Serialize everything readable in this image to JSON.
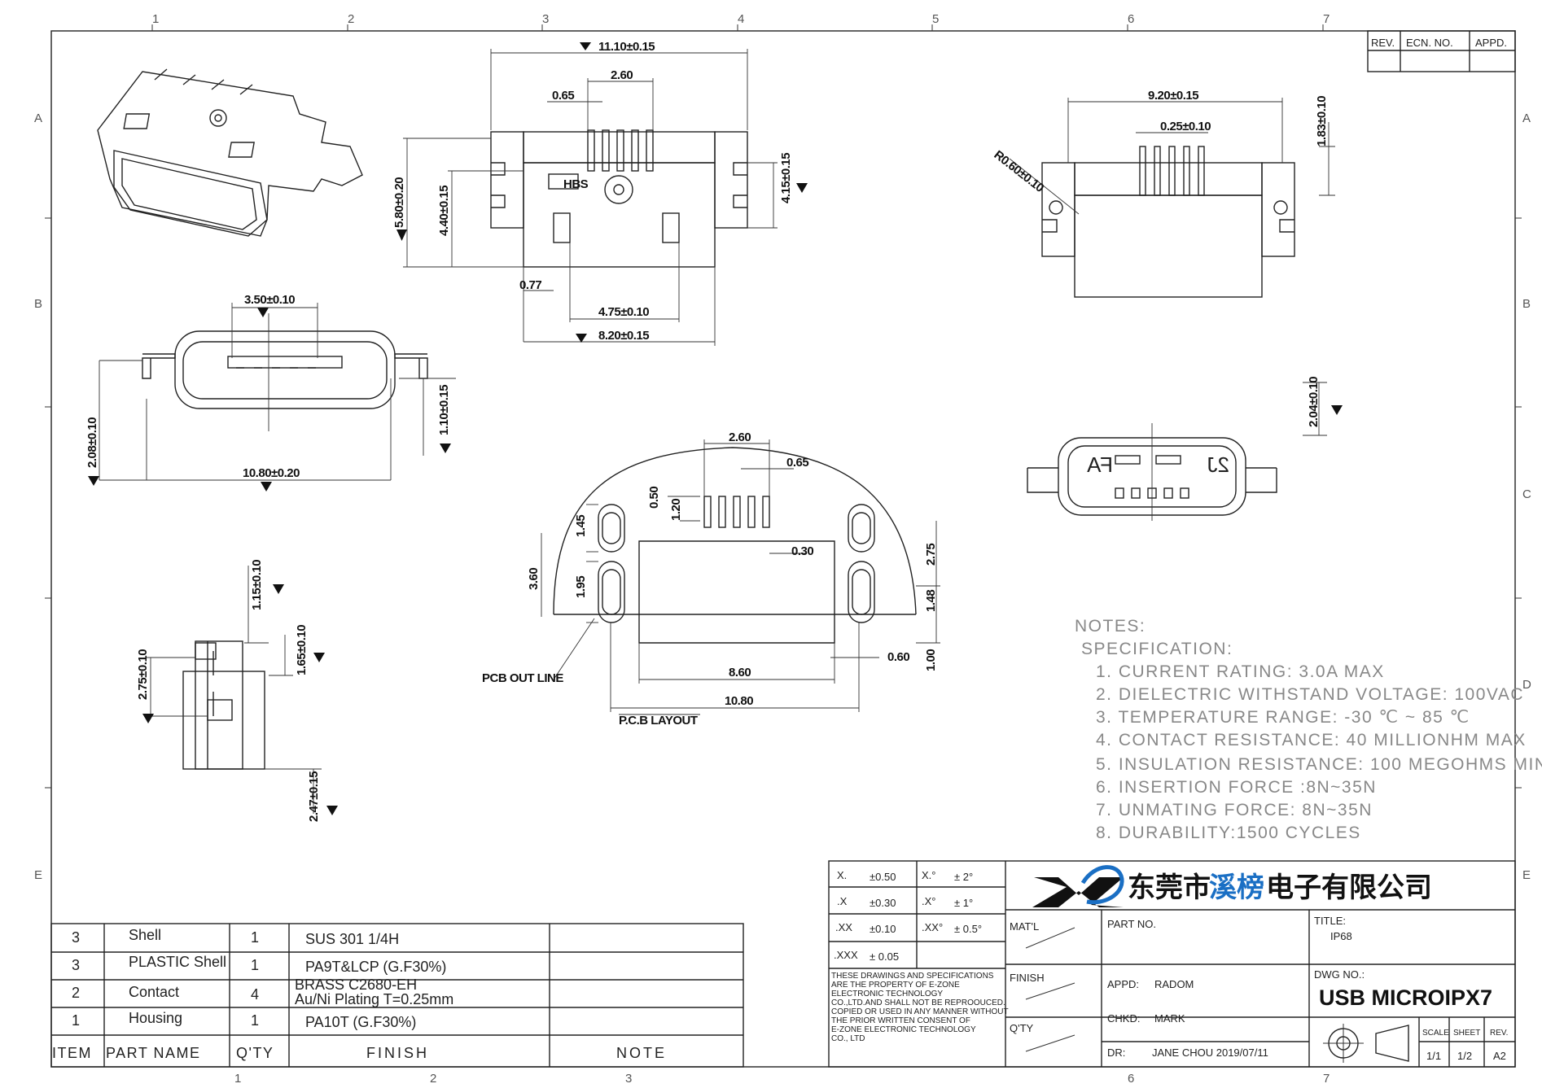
{
  "grid": {
    "columns": [
      "1",
      "2",
      "3",
      "4",
      "5",
      "6",
      "7"
    ],
    "rows": [
      "A",
      "B",
      "C",
      "D",
      "E"
    ]
  },
  "revision_table": {
    "rev": "REV.",
    "ecn": "ECN. NO.",
    "appd": "APPD."
  },
  "dimensions": {
    "top_width": "11.10±0.15",
    "pin_span": "2.60",
    "pin_pitch": "0.65",
    "height_total": "5.80±0.20",
    "height_inner": "4.40±0.15",
    "height_right": "4.15±0.15",
    "foot_width": "0.77",
    "slot_span": "4.75±0.10",
    "body_width": "8.20±0.15",
    "marking": "HBS",
    "side_width": "9.20±0.15",
    "side_pin": "0.25±0.10",
    "side_height": "1.83±0.10",
    "side_radius": "R0.60±0.10",
    "front_opening": "3.50±0.10",
    "front_height": "2.08±0.10",
    "front_inner": "1.10±0.15",
    "front_width": "10.80±0.20",
    "rear_height": "2.04±0.10",
    "rear_left_mark": "FA",
    "rear_right_mark": "2J",
    "profile_top": "1.15±0.10",
    "profile_mid": "1.65±0.10",
    "profile_left": "2.75±0.10",
    "profile_bottom": "2.47±0.15",
    "pcb_span": "2.60",
    "pcb_pitch": "0.65",
    "pcb_050": "0.50",
    "pcb_120": "1.20",
    "pcb_145": "1.45",
    "pcb_030": "0.30",
    "pcb_360": "3.60",
    "pcb_195": "1.95",
    "pcb_275": "2.75",
    "pcb_148": "1.48",
    "pcb_060": "0.60",
    "pcb_100": "1.00",
    "pcb_860": "8.60",
    "pcb_1080": "10.80",
    "pcb_outline": "PCB OUT LINE",
    "pcb_layout": "P.C.B LAYOUT"
  },
  "notes": {
    "title": "NOTES:",
    "subtitle": "SPECIFICATION:",
    "items": [
      "1. CURRENT RATING: 3.0A MAX",
      "2. DIELECTRIC WITHSTAND VOLTAGE: 100VAC",
      "3. TEMPERATURE RANGE: -30 ℃ ~ 85 ℃",
      "4. CONTACT RESISTANCE: 40 MILLIONHM MAX",
      "5. INSULATION RESISTANCE: 100 MEGOHMS MIN.",
      "6. INSERTION FORCE :8N~35N",
      "7. UNMATING FORCE: 8N~35N",
      "8. DURABILITY:1500 CYCLES"
    ]
  },
  "bom": {
    "rows": [
      {
        "item": "3",
        "name": "Shell",
        "qty": "1",
        "finish": "SUS 301 1/4H",
        "finish2": ""
      },
      {
        "item": "3",
        "name": "PLASTIC Shell",
        "qty": "1",
        "finish": "PA9T&LCP (G.F30%)",
        "finish2": ""
      },
      {
        "item": "2",
        "name": "Contact",
        "qty": "4",
        "finish": "BRASS C2680-EH",
        "finish2": "Au/Ni  Plating  T=0.25mm"
      },
      {
        "item": "1",
        "name": "Housing",
        "qty": "1",
        "finish": "PA10T (G.F30%)",
        "finish2": ""
      }
    ],
    "header": {
      "item": "ITEM",
      "name": "PART NAME",
      "qty": "Q'TY",
      "finish": "FINISH",
      "note": "NOTE"
    }
  },
  "tolerances": [
    {
      "k": "X.",
      "v": "±0.50",
      "k2": "X.°",
      "v2": "± 2°"
    },
    {
      "k": ".X",
      "v": "±0.30",
      "k2": ".X°",
      "v2": "± 1°"
    },
    {
      "k": ".XX",
      "v": "±0.10",
      "k2": ".XX°",
      "v2": "± 0.5°"
    },
    {
      "k": ".XXX",
      "v": "± 0.05",
      "k2": "",
      "v2": ""
    }
  ],
  "disclaimer": [
    "THESE DRAWINGS AND SPECIFICATIONS",
    "ARE THE PROPERTY OF  E-ZONE",
    "ELECTRONIC TECHNOLOGY",
    "CO.,LTD.AND SHALL NOT BE REPROOUCED.",
    "COPIED OR USED IN ANY  MANNER WITHOUT",
    "THE  PRIOR WRITTEN  CONSENT  OF",
    "E-ZONE ELECTRONIC TECHNOLOGY",
    "CO., LTD"
  ],
  "title_block": {
    "company_a": "东莞市",
    "company_b": "溪榜",
    "company_c": "电子有限公司",
    "matl_label": "MAT'L",
    "finish_label": "FINISH",
    "qty_label": "Q'TY",
    "part_no_label": "PART  NO.",
    "title_label": "TITLE:",
    "title_value": "IP68",
    "appd_label": "APPD:",
    "appd_value": "RADOM",
    "chkd_label": "CHKD:",
    "chkd_value": "MARK",
    "dr_label": "DR:",
    "dr_value": "JANE  CHOU  2019/07/11",
    "dwg_label": "DWG NO.:",
    "dwg_value": "USB MICROIPX7",
    "scale_label": "SCALE",
    "scale_value": "1/1",
    "sheet_label": "SHEET",
    "sheet_value": "1/2",
    "rev_label": "REV.",
    "rev_value": "A2"
  },
  "colors": {
    "line": "#222222",
    "note": "#888888",
    "logo_blue": "#1a6fc4",
    "logo_black": "#111111"
  }
}
